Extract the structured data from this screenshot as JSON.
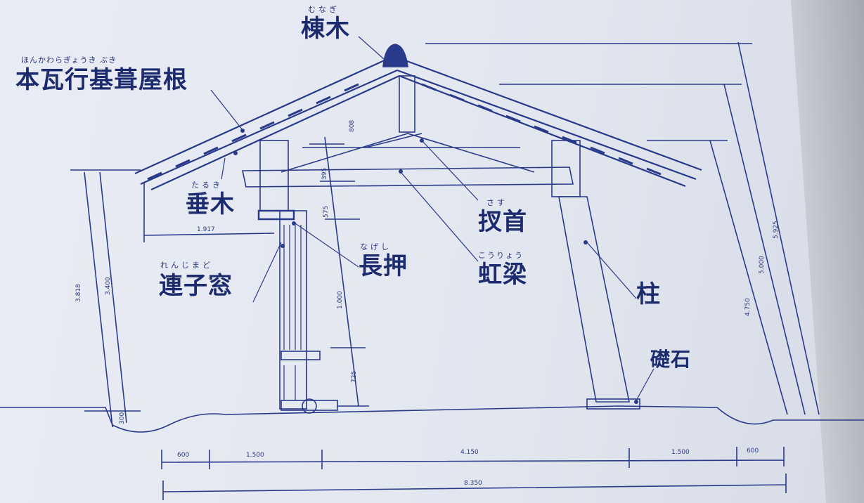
{
  "labels": {
    "munagi": {
      "ruby": "むなぎ",
      "text": "棟木"
    },
    "roof": {
      "ruby": "ほんかわらぎょうき ぶき",
      "text": "本瓦行基葺屋根"
    },
    "taruki": {
      "ruby": "たるき",
      "text": "垂木"
    },
    "sasu": {
      "ruby": "さす",
      "text": "扠首"
    },
    "nageshi": {
      "ruby": "なげし",
      "text": "長押"
    },
    "kouryou": {
      "ruby": "こうりょう",
      "text": "虹梁"
    },
    "renjimado": {
      "ruby": "れんじまど",
      "text": "連子窓"
    },
    "hashira": {
      "text": "柱"
    },
    "soseki": {
      "text": "礎石"
    }
  },
  "dimensions": {
    "bottom_row": [
      "600",
      "1.500",
      "4.150",
      "1.500",
      "600"
    ],
    "total": "8.350",
    "eave": "1.917",
    "left_heights": [
      "3.818",
      "3.400",
      "300"
    ],
    "post_segments": [
      "808",
      "395",
      "575",
      "1.000",
      "725"
    ],
    "right_heights": [
      "4.750",
      "5.000",
      "5.925"
    ]
  },
  "colors": {
    "ink": "#1c2a6e",
    "line": "#2a3a8a",
    "paper": "#e6e9f2"
  }
}
